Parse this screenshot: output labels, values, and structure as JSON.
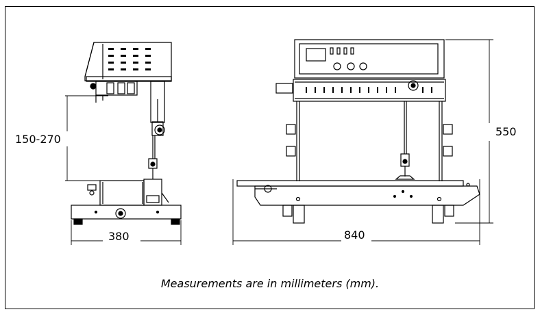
{
  "dimensions": {
    "side_width": "380",
    "side_height_range": "150-270",
    "front_width": "840",
    "front_height": "550"
  },
  "caption": "Measurements are in millimeters (mm).",
  "colors": {
    "line": "#000000",
    "background": "#ffffff"
  }
}
